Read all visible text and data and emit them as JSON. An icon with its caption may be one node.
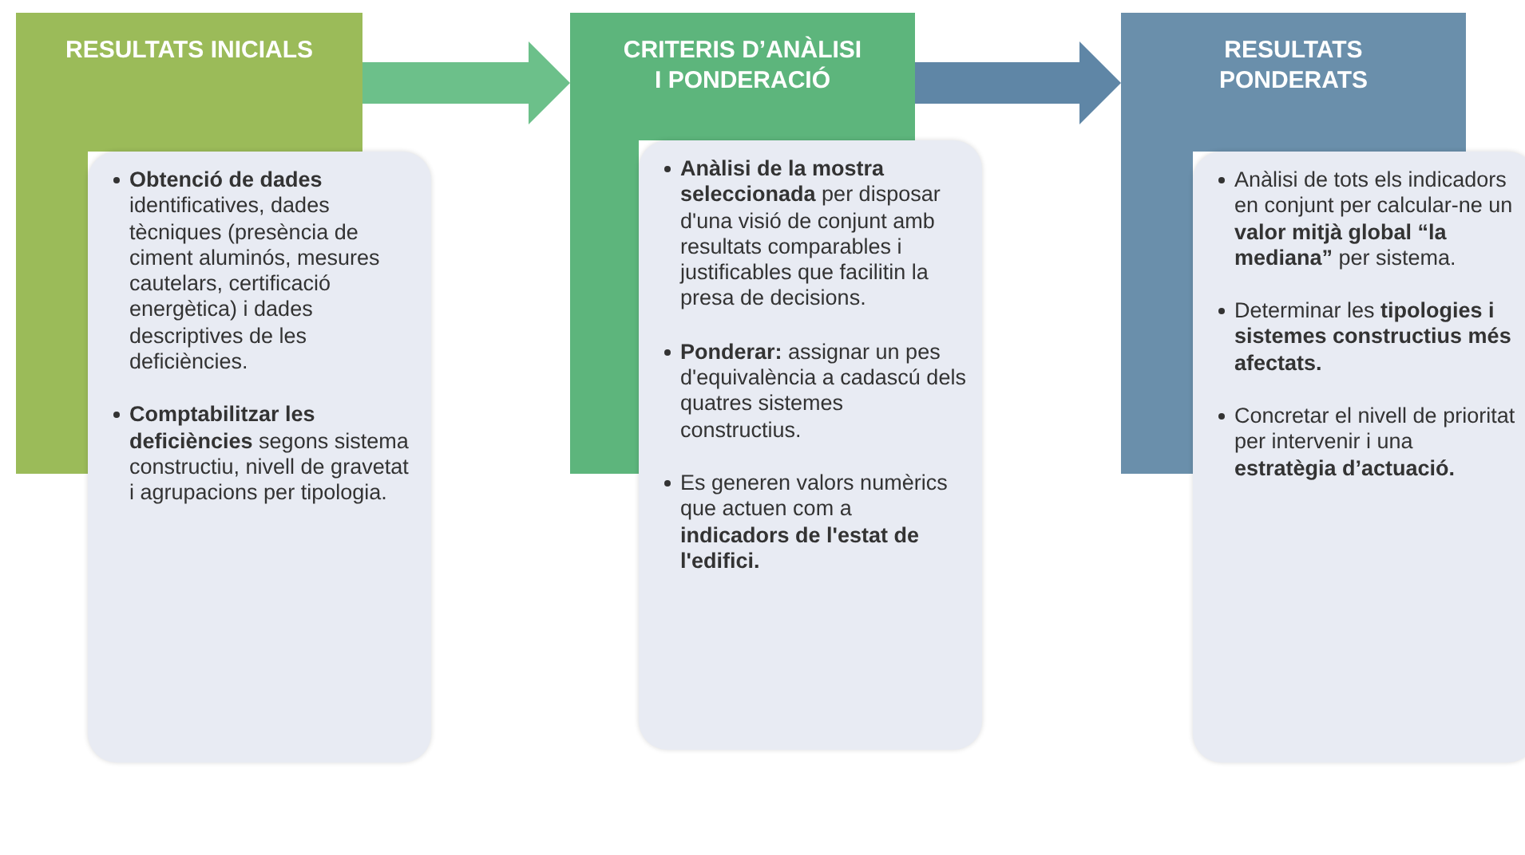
{
  "diagram": {
    "nodes": [
      {
        "text": [
          "RESULTATS INICIALS"
        ]
      },
      {
        "text": [
          "**Obtenció de dades** identificatives, dades tècniques (presència de ciment aluminós, mesures cautelars, certificació energètica) i dades descriptives de les deficiències.",
          "**Comptabilitzar les deficiències** segons sistema constructiu, nivell de gravetat i agrupacions per tipologia."
        ]
      },
      {
        "text": [
          "CRITERIS D’ANÀLISI I PONDERACIÓ"
        ]
      },
      {
        "text": [
          "**Anàlisi de la mostra seleccionada** per disposar d'una visió de conjunt amb resultats comparables i justificables que facilitin la presa de decisions.",
          "**Ponderar:** assignar un pes d'equivalència a cadascú dels quatres sistemes constructius.",
          "Es generen valors numèrics que actuen com a **indicadors de l'estat de l'edifici.**"
        ]
      },
      {
        "text": [
          "RESULTATS PONDERATS"
        ]
      },
      {
        "text": [
          "Anàlisi de tots els indicadors en conjunt per calcular-ne un **valor mitjà global “la mediana”** per sistema.",
          "Determinar les **tipologies i sistemes constructius més afectats.**",
          "Concretar el nivell de prioritat per intervenir i una **estratègia d’actuació.**"
        ]
      }
    ],
    "edges": [
      {
        "from": 0,
        "to": 2,
        "arrow": "to"
      },
      {
        "from": 2,
        "to": 4,
        "arrow": "to"
      }
    ]
  }
}
